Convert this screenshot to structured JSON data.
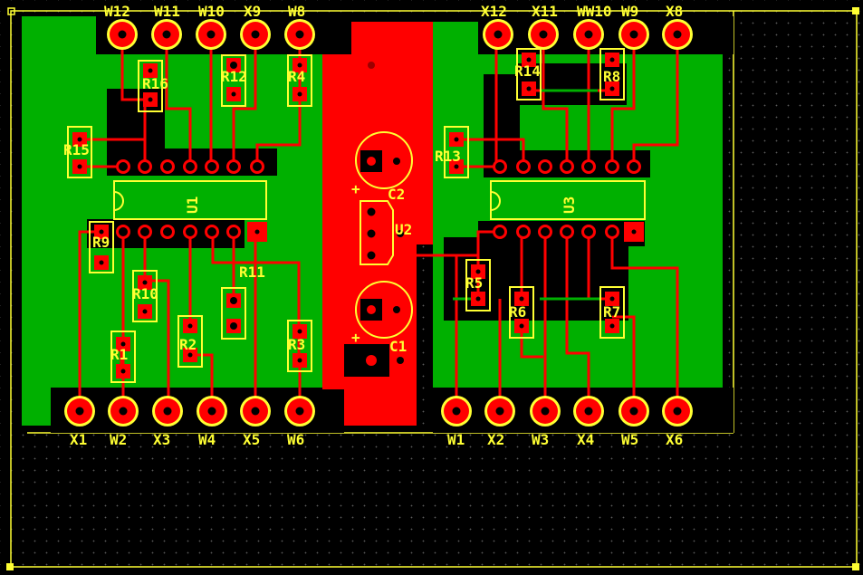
{
  "colors": {
    "background": "#000000",
    "copper_top": "#ff0000",
    "copper_bottom": "#00b000",
    "silkscreen": "#ffff33",
    "grid": "#5a5a5a"
  },
  "connectors_top_left": [
    "W12",
    "W11",
    "W10",
    "X9",
    "W8"
  ],
  "connectors_top_right": [
    "X12",
    "X11",
    "WW10",
    "W9",
    "X8"
  ],
  "connectors_bottom_left": [
    "X1",
    "W2",
    "X3",
    "W4",
    "X5",
    "W6"
  ],
  "connectors_bottom_right": [
    "W1",
    "X2",
    "W3",
    "X4",
    "W5",
    "X6"
  ],
  "ics": [
    "U1",
    "U3",
    "U2"
  ],
  "capacitors": [
    "C2",
    "C1"
  ],
  "resistors": [
    "R16",
    "R12",
    "R4",
    "R15",
    "R9",
    "R10",
    "R11",
    "R1",
    "R2",
    "R3",
    "R14",
    "R8",
    "R13",
    "R5",
    "R6",
    "R7"
  ],
  "polarity_mark": "+"
}
